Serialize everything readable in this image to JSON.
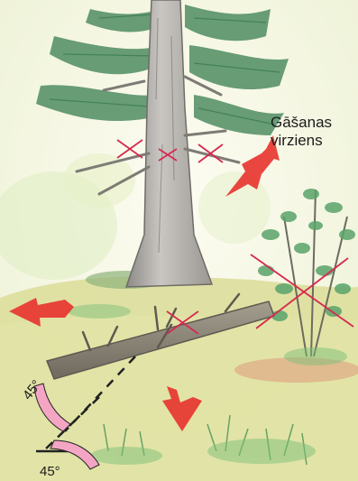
{
  "labels": {
    "direction_line1": "Gāšanas",
    "direction_line2": "virziens",
    "angle_top": "45°",
    "angle_bottom": "45°"
  },
  "colors": {
    "arrow": "#e8322e",
    "cross": "#d62a50",
    "angle_fill": "#f4a5c4",
    "trunk": "#b9b6b2",
    "foliage": "#4a8a5a",
    "ground": "#d8d990"
  },
  "icons": {
    "arrows": [
      "arrow-up-right-icon",
      "arrow-left-icon",
      "arrow-down-icon"
    ],
    "crosses": [
      "cross-mark-icon"
    ]
  }
}
